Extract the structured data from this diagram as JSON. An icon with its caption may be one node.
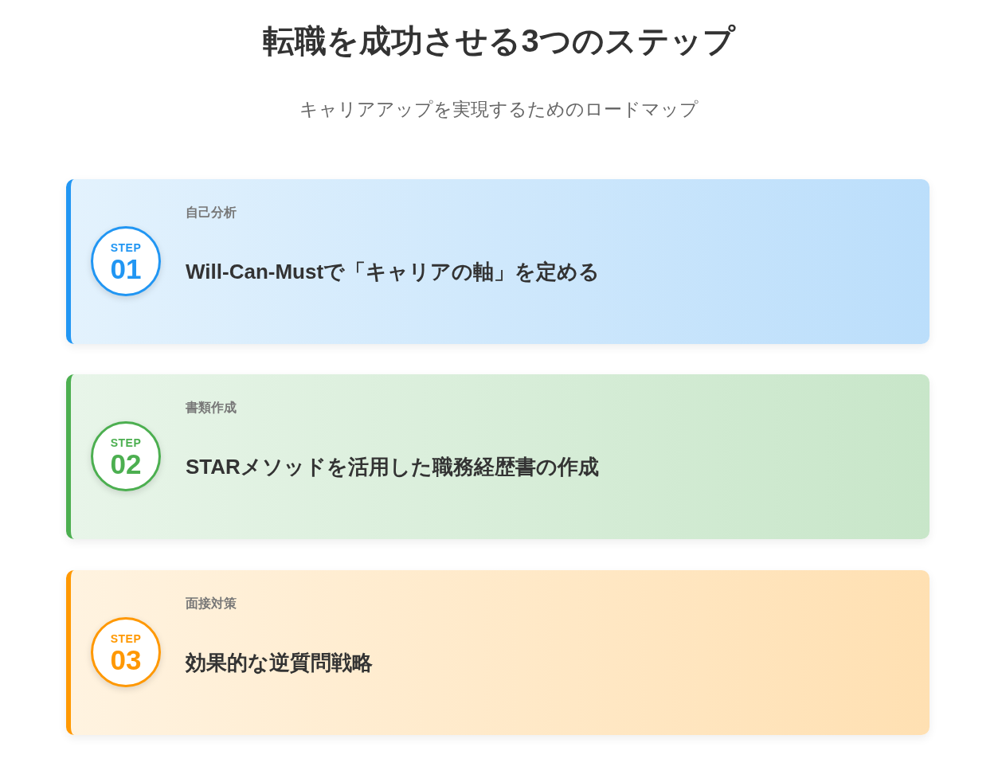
{
  "diagram": {
    "title": "転職を成功させる3つのステップ",
    "nodes": [
      {
        "text": [
          "自己分析",
          "Will-Can-Mustで「キャリアの軸」を定める"
        ]
      },
      {
        "text": [
          "STEP",
          "01"
        ],
        "in": 0
      },
      {
        "text": [
          "書類作成",
          "STARメソッドを活用した職務経歴書の作成"
        ]
      },
      {
        "text": [
          "STEP",
          "02"
        ],
        "in": 2
      },
      {
        "text": [
          "面接対策",
          "効果的な逆質問戦略"
        ]
      },
      {
        "text": [
          "STEP",
          "03"
        ],
        "in": 4
      }
    ],
    "labels": [
      "キャリアアップを実現するためのロードマップ"
    ]
  }
}
